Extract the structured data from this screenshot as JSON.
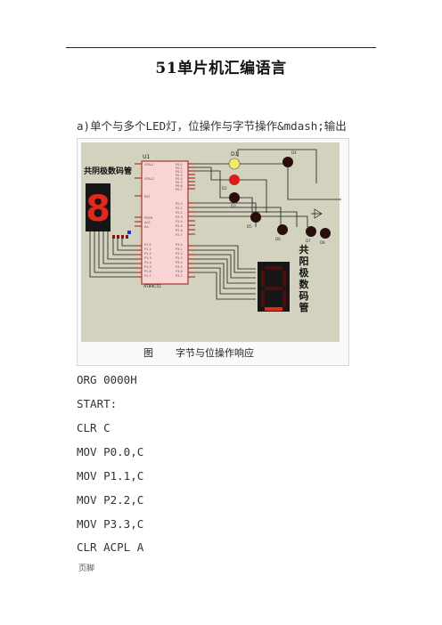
{
  "page": {
    "title": "51单片机汇编语言",
    "section_heading": "a)单个与多个LED灯，位操作与字节操作&mdash;输出",
    "footer": "页脚"
  },
  "figure": {
    "mcu_ref": "U1",
    "mcu_part": "AT89C51",
    "display_left_label": "共阴极数码管",
    "display_right_label": [
      "共",
      "阳",
      "极",
      "数",
      "码",
      "管"
    ],
    "display_digit": "8",
    "caption_prefix": "图",
    "caption_text": "字节与位操作响应",
    "led_labels": [
      "D1",
      "D2",
      "D3",
      "D4",
      "D5",
      "D6",
      "D7",
      "D8"
    ],
    "led_colors": {
      "yellow": "#f6e96a",
      "red": "#d81d1d",
      "dark": "#2a0d0d",
      "segment_on": "#e0281c",
      "segment_off": "#4a1010",
      "chip_body": "#fad4d4",
      "chip_border": "#9a1616",
      "wire": "#1a1a1a",
      "panel_bg": "#d2d2bf"
    }
  },
  "code_lines": [
    "ORG 0000H",
    "START:",
    "CLR C",
    "MOV P0.0,C",
    "MOV P1.1,C",
    "MOV P2.2,C",
    "MOV P3.3,C",
    "CLR ACPL A"
  ]
}
